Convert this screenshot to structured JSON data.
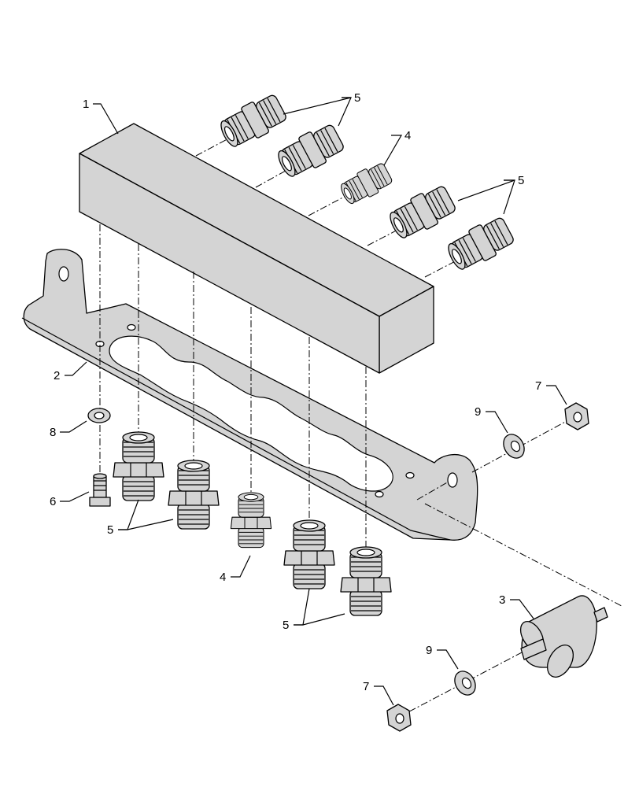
{
  "figure": {
    "background": "#ffffff",
    "part_fill": "#d4d4d4",
    "line_color": "#000000"
  },
  "callouts": [
    {
      "id": "c1a",
      "label": "1"
    },
    {
      "id": "c2a",
      "label": "2"
    },
    {
      "id": "c3a",
      "label": "3"
    },
    {
      "id": "c4a",
      "label": "4"
    },
    {
      "id": "c4b",
      "label": "4"
    },
    {
      "id": "c5a",
      "label": "5"
    },
    {
      "id": "c5b",
      "label": "5"
    },
    {
      "id": "c5c",
      "label": "5"
    },
    {
      "id": "c5d",
      "label": "5"
    },
    {
      "id": "c6a",
      "label": "6"
    },
    {
      "id": "c7a",
      "label": "7"
    },
    {
      "id": "c7b",
      "label": "7"
    },
    {
      "id": "c8a",
      "label": "8"
    },
    {
      "id": "c9a",
      "label": "9"
    },
    {
      "id": "c9b",
      "label": "9"
    }
  ]
}
